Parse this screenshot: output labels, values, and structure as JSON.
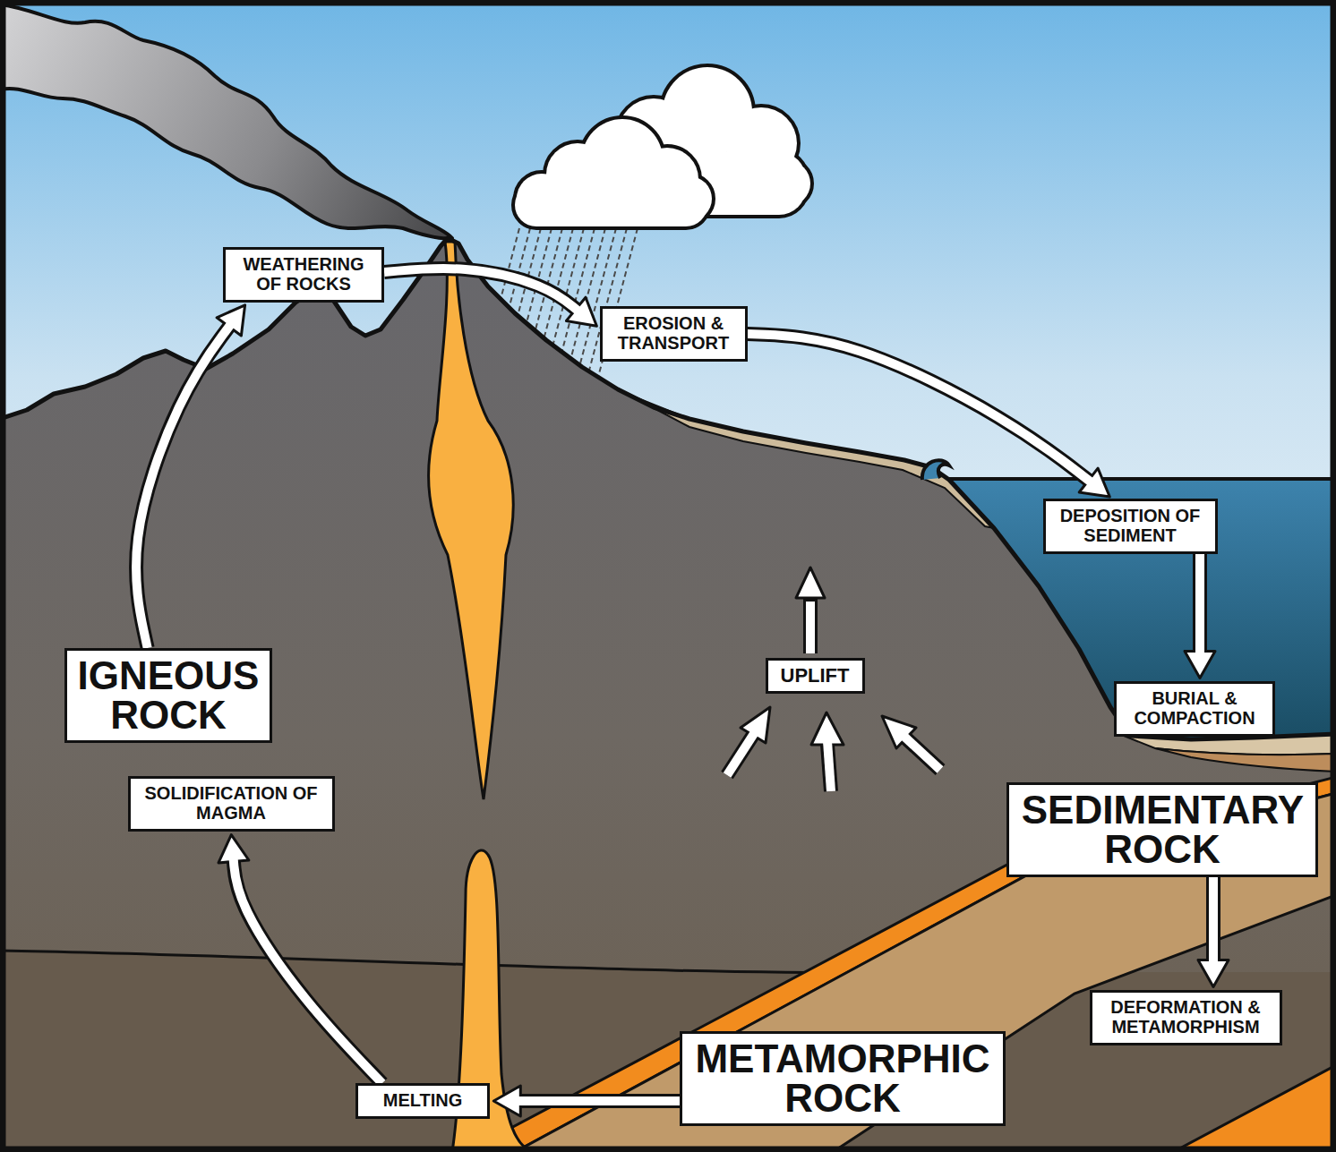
{
  "diagram": {
    "nodes": [
      {
        "text": [
          "WEATHERING OF ROCKS"
        ]
      },
      {
        "text": [
          "EROSION & TRANSPORT"
        ]
      },
      {
        "text": [
          "DEPOSITION OF SEDIMENT"
        ]
      },
      {
        "text": [
          "UPLIFT"
        ]
      },
      {
        "text": [
          "IGNEOUS ROCK"
        ]
      },
      {
        "text": [
          "BURIAL & COMPACTION"
        ]
      },
      {
        "text": [
          "SOLIDIFICATION OF MAGMA"
        ]
      },
      {
        "text": [
          "SEDIMENTARY ROCK"
        ]
      },
      {
        "text": [
          "DEFORMATION & METAMORPHISM"
        ]
      },
      {
        "text": [
          "METAMORPHIC ROCK"
        ]
      },
      {
        "text": [
          "MELTING"
        ]
      }
    ],
    "edges": [
      {
        "from": 0,
        "to": 1,
        "arrow": "to"
      },
      {
        "from": 1,
        "to": 2,
        "arrow": "to"
      },
      {
        "from": 2,
        "to": 5,
        "arrow": "to"
      },
      {
        "from": 7,
        "to": 8,
        "arrow": "to"
      },
      {
        "from": 9,
        "to": 10,
        "arrow": "to"
      },
      {
        "from": 10,
        "to": 6,
        "arrow": "to"
      },
      {
        "from": 4,
        "to": 0,
        "arrow": "to"
      }
    ]
  }
}
